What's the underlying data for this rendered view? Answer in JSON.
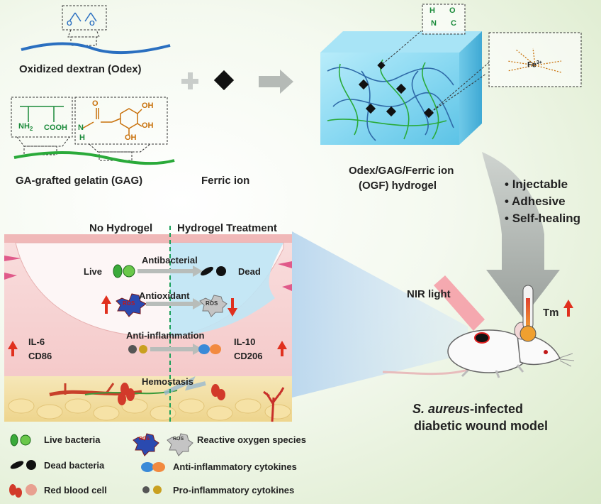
{
  "synthesis": {
    "odex_label": "Oxidized dextran (Odex)",
    "gag_label": "GA-grafted gelatin (GAG)",
    "ferric_label": "Ferric ion",
    "nh2": "NH",
    "nh2_sub": "2",
    "cooh": "COOH",
    "oh1": "OH",
    "oh2": "OH",
    "oh3": "OH",
    "amide_o": "O",
    "amide_n": "N",
    "amide_h": "H",
    "plus": "+"
  },
  "hydrogel": {
    "label_line1": "Odex/GAG/Ferric ion",
    "label_line2": "(OGF) hydrogel",
    "fe_label": "Fe",
    "fe_charge": "3+",
    "h_label": "H",
    "o_label": "O",
    "n_label": "N",
    "c_label": "C"
  },
  "properties": [
    "Injectable",
    "Adhesive",
    "Self-healing"
  ],
  "wound": {
    "header_left": "No Hydrogel",
    "header_right": "Hydrogel Treatment",
    "live": "Live",
    "dead": "Dead",
    "antibacterial": "Antibacterial",
    "antioxidant": "Antioxidant",
    "anti_inflammation": "Anti-inflammation",
    "il6": "IL-6",
    "cd86": "CD86",
    "il10": "IL-10",
    "cd206": "CD206",
    "hemostasis": "Hemostasis",
    "ros": "ROS"
  },
  "mouse": {
    "nir": "NIR light",
    "tm": "Tm",
    "caption_italic": "S. aureus",
    "caption_rest": "-infected",
    "caption_line2": "diabetic wound model"
  },
  "legend": {
    "live_bacteria": "Live bacteria",
    "dead_bacteria": "Dead bacteria",
    "red_blood_cell": "Red blood cell",
    "ros": "Reactive oxygen species",
    "anti_cytokines": "Anti-inflammatory cytokines",
    "pro_cytokines": "Pro-inflammatory cytokines",
    "ros_icon_text": "ROS"
  },
  "colors": {
    "dextran_blue": "#2a6fc0",
    "gelatin_green": "#2aaa3a",
    "chem_green": "#1a8a3a",
    "chem_orange": "#c8700a",
    "hydrogel_cyan": "#7fd3ee",
    "up_arrow_red": "#e0301e",
    "wound_pink": "#f7cfcf",
    "nir_pink": "#f5a0a8"
  }
}
